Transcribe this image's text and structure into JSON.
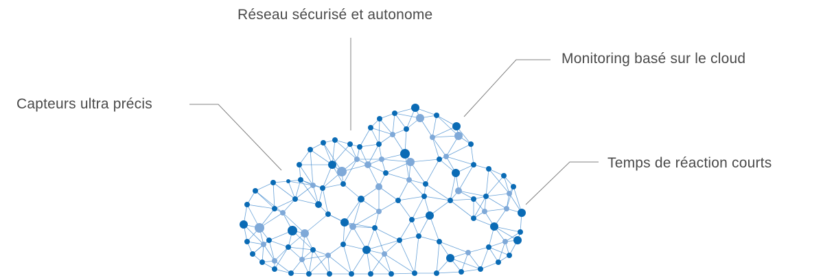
{
  "labels": {
    "network": "Réseau sécurisé et autonome",
    "sensors": "Capteurs ultra précis",
    "monitoring": "Monitoring basé sur le cloud",
    "reaction": "Temps de réaction courts"
  },
  "colors": {
    "node_dark": "#0a6bb5",
    "node_light": "#7fa9d8",
    "edge": "#4a8fd0",
    "connector": "#808080",
    "text": "#4a4a4a"
  }
}
